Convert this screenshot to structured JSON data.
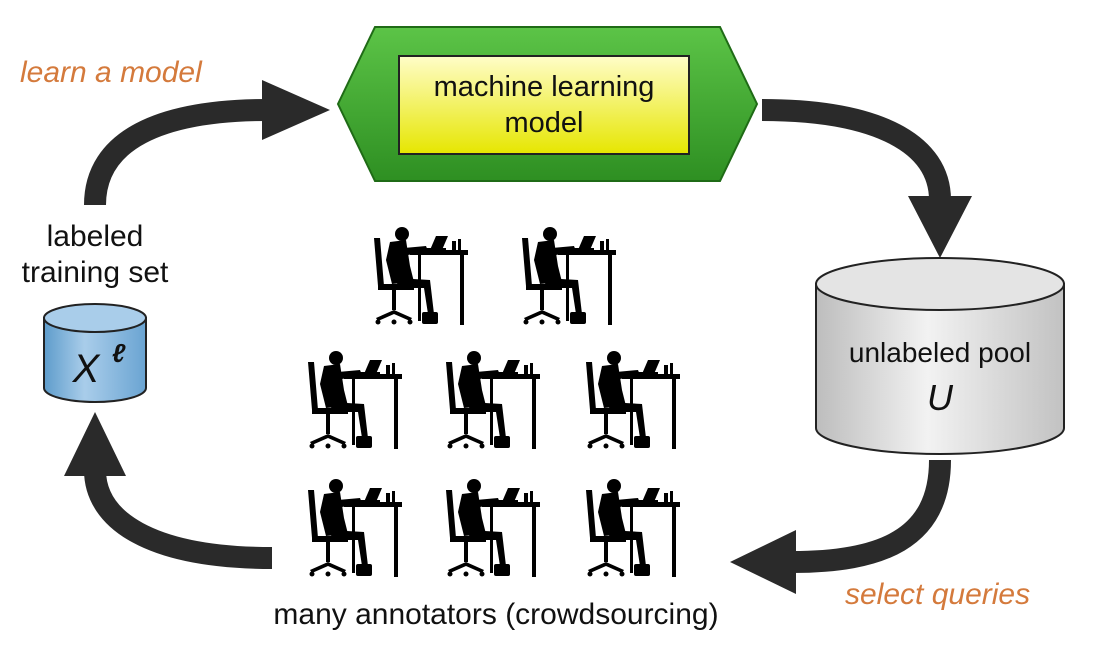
{
  "steps": {
    "learn": "learn a model",
    "select": "select queries"
  },
  "model": {
    "line1": "machine learning",
    "line2": "model"
  },
  "training_set": {
    "label_line1": "labeled",
    "label_line2": "training set",
    "symbol": "X",
    "superscript": "ℓ"
  },
  "pool": {
    "label": "unlabeled pool",
    "symbol": "U"
  },
  "annotators": {
    "caption": "many annotators (crowdsourcing)",
    "count": 8
  },
  "colors": {
    "step_label": "#D47A3C",
    "hexagon_outer": "#3FAE2A",
    "hexagon_inner_top": "#FFFBA8",
    "hexagon_inner_bottom": "#E8E800",
    "training_cylinder": "#7FB3D9",
    "pool_cylinder": "#D6D6D6",
    "arrow": "#2A2A2A"
  }
}
